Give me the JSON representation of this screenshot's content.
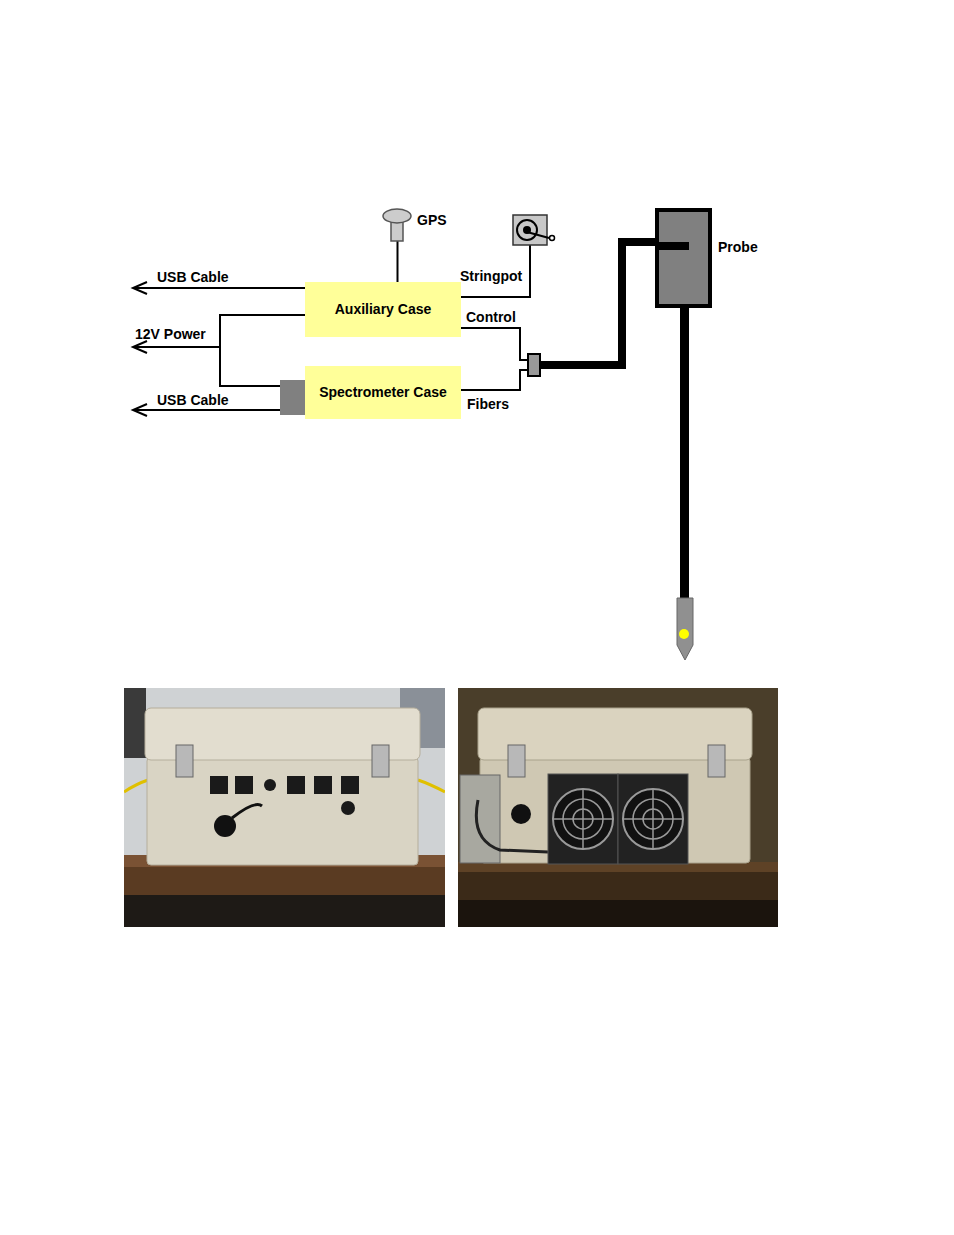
{
  "diagram": {
    "nodes": [
      {
        "text": [
          "GPS"
        ]
      },
      {
        "text": [
          "Stringpot"
        ]
      },
      {
        "text": [
          "Probe"
        ]
      },
      {
        "text": [
          "Auxiliary Case"
        ]
      },
      {
        "text": [
          "Spectrometer Case"
        ]
      }
    ],
    "edges": [
      {
        "from": 0,
        "to": 3,
        "arrow": "none"
      },
      {
        "from": 1,
        "to": 3,
        "arrow": "none"
      },
      {
        "from": 3,
        "to": 2,
        "label": "Control",
        "arrow": "none"
      },
      {
        "from": 4,
        "to": 2,
        "label": "Fibers",
        "arrow": "none"
      }
    ],
    "labels": [
      "USB Cable",
      "12V Power",
      "USB Cable"
    ]
  }
}
